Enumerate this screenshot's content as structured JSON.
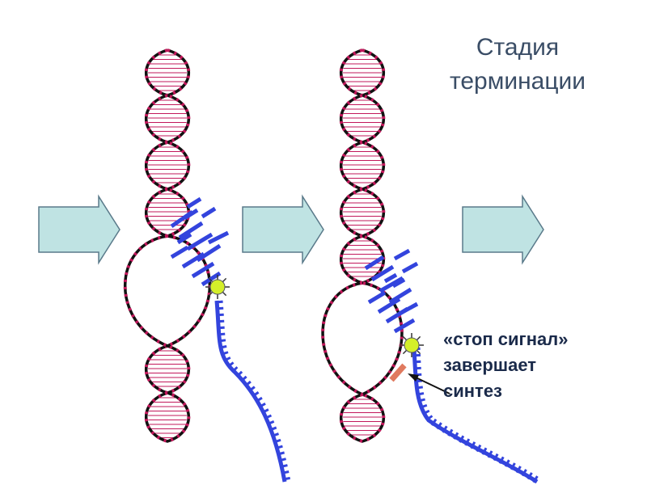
{
  "title": {
    "line1": "Стадия",
    "line2": "терминации"
  },
  "annotation": {
    "line1": "«стоп сигнал»",
    "line2": "завершает",
    "line3": "синтез"
  },
  "colors": {
    "dna_strand": "#111111",
    "dna_marks": "#c2185b",
    "dna_rungs": "#c2185b",
    "rna_strand": "#3344dd",
    "arrow_fill": "#bfe3e3",
    "arrow_stroke": "#5a7a8a",
    "polymerase_dot": "#d4ef2a",
    "stop_signal": "#e07a5f",
    "pointer": "#111111"
  },
  "icons": [
    "process-arrow-icon",
    "rna-polymerase-icon",
    "stop-signal-marker-icon"
  ]
}
